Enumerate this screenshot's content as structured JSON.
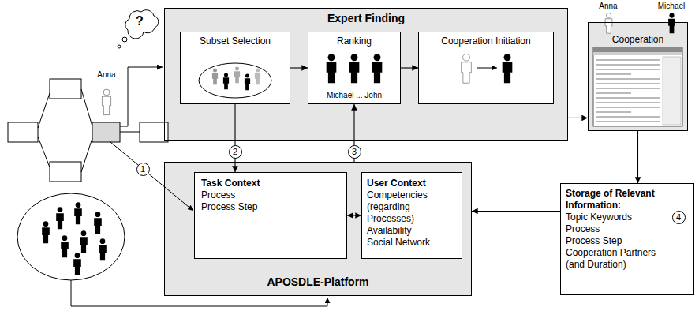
{
  "diagram": {
    "nodes": [
      {
        "text": [
          "Expert Finding"
        ]
      },
      {
        "text": [
          "Subset Selection"
        ],
        "in": 0
      },
      {
        "text": [
          "Ranking",
          "Michael ... John"
        ],
        "in": 0
      },
      {
        "text": [
          "Cooperation Initiation"
        ],
        "in": 0
      },
      {
        "text": [
          "Cooperation"
        ]
      },
      {
        "text": [
          "APOSDLE-Platform"
        ]
      },
      {
        "text": [
          "Task Context",
          "Process",
          "Process Step"
        ],
        "in": 5
      },
      {
        "text": [
          "User Context",
          "Competencies (regarding Processes)",
          "Availability",
          "Social Network"
        ],
        "in": 5
      },
      {
        "text": [
          "Storage of Relevant Information:",
          "Topic Keywords",
          "Process",
          "Process Step",
          "Cooperation Partners (and Duration)"
        ]
      }
    ],
    "edges": [
      {
        "from": 1,
        "to": 2,
        "arrow": "to"
      },
      {
        "from": 2,
        "to": 3,
        "arrow": "to"
      },
      {
        "from": 0,
        "to": 4,
        "arrow": "to"
      },
      {
        "from": 1,
        "to": 6,
        "label": "2",
        "arrow": "to"
      },
      {
        "from": 5,
        "to": 2,
        "label": "3",
        "arrow": "to"
      },
      {
        "from": 6,
        "to": 7,
        "arrow": "both"
      },
      {
        "from": 4,
        "to": 8,
        "arrow": "to"
      },
      {
        "from": 8,
        "to": 5,
        "arrow": "to"
      }
    ],
    "labels": [
      "?",
      "Anna",
      "1",
      "Anna",
      "Michael",
      "4"
    ]
  }
}
